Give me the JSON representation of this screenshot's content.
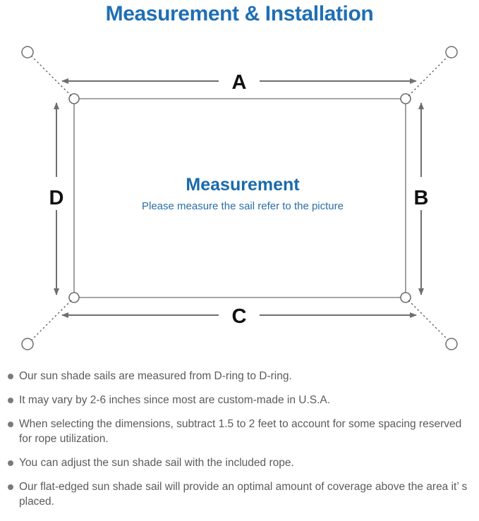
{
  "page": {
    "title": "Measurement & Installation",
    "title_color": "#1f6fb4",
    "background": "#ffffff"
  },
  "diagram": {
    "name": "sail-measurement-diagram",
    "center": {
      "heading": "Measurement",
      "subheading": "Please measure the sail refer to the picture",
      "heading_color": "#1a6aab",
      "subheading_color": "#2b6fa8"
    },
    "dimension_labels": {
      "top": "A",
      "right": "B",
      "bottom": "C",
      "left": "D"
    },
    "line_color": "#6e6e6e",
    "sail_edge_color": "#8a8a8a",
    "anchor_count": 4,
    "dring_count": 4
  },
  "notes": [
    "Our sun shade sails are measured from D-ring to D-ring.",
    "It may vary by 2-6 inches since most are custom-made in U.S.A.",
    "When selecting the dimensions, subtract 1.5 to 2 feet to account for some spacing reserved for rope utilization.",
    "You can adjust the sun shade sail with the included rope.",
    "Our flat-edged sun shade sail will provide an optimal amount of coverage above the area it’ s placed."
  ]
}
